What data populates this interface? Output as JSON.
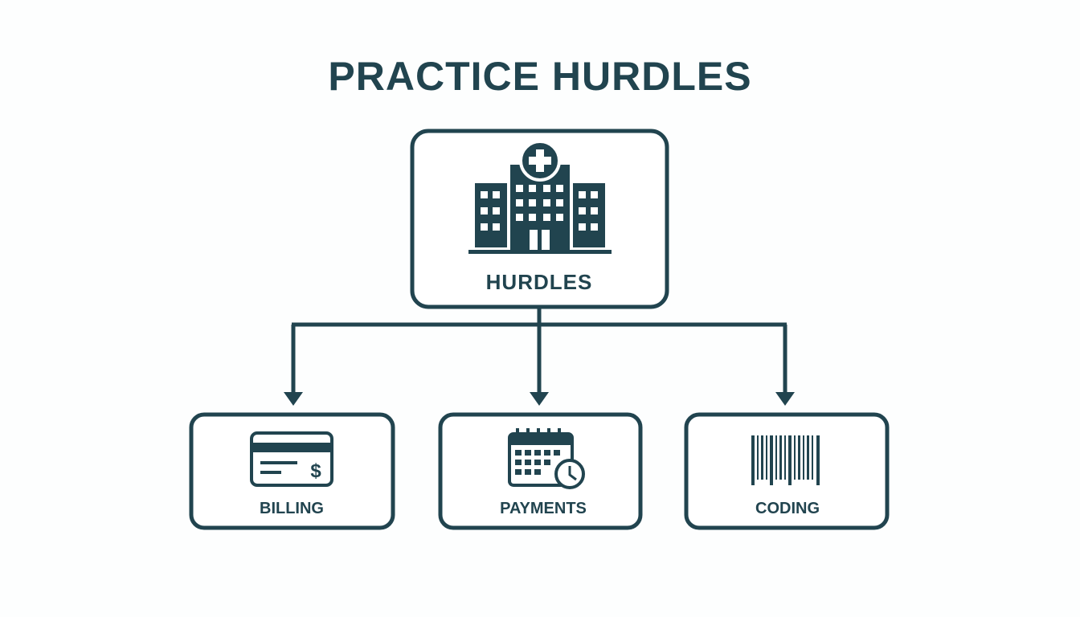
{
  "title": "PRACTICE HURDLES",
  "colors": {
    "primary": "#21444f",
    "background": "#fdfefe"
  },
  "root": {
    "label": "HURDLES",
    "icon": "hospital-icon"
  },
  "children": [
    {
      "label": "BILLING",
      "icon": "credit-card-icon"
    },
    {
      "label": "PAYMENTS",
      "icon": "calendar-clock-icon"
    },
    {
      "label": "CODING",
      "icon": "barcode-icon"
    }
  ]
}
